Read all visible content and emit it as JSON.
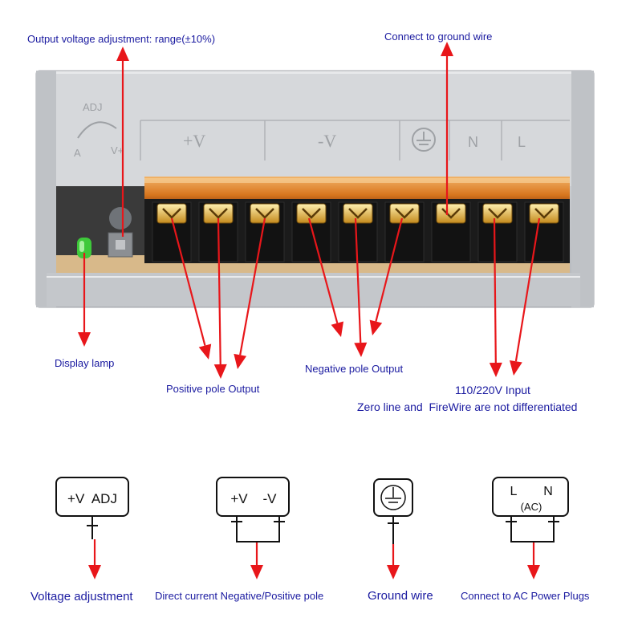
{
  "annotations": {
    "voltage_adjust": "Output voltage adjustment: range(±10%)",
    "ground": "Connect to ground wire",
    "display_lamp": "Display lamp",
    "positive": "Positive pole Output",
    "negative": "Negative pole Output",
    "input": "110/220V Input",
    "input_note": "Zero line and  FireWire are not differentiated"
  },
  "panel": {
    "adj": "ADJ",
    "a": "A",
    "v": "V+",
    "plus_v": "+V",
    "minus_v": "-V",
    "n": "N",
    "l": "L"
  },
  "legend": {
    "adj_box": "+V  ADJ",
    "adj_caption": "Voltage adjustment",
    "dc_plus": "+V",
    "dc_minus": "-V",
    "dc_caption": "Direct current Negative/Positive pole",
    "ground_caption": "Ground wire",
    "ac_l": "L",
    "ac_n": "N",
    "ac_sub": "(AC)",
    "ac_caption": "Connect to AC Power Plugs"
  },
  "colors": {
    "arrow": "#e8161a",
    "label": "#1a1aa0",
    "housing": "#cfd2d6",
    "terminal_block": "#1b1b1b"
  }
}
